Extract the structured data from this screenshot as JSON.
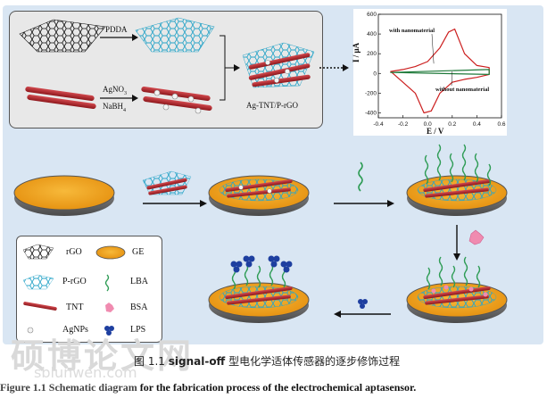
{
  "top_panel": {
    "pdda_label": "PDDA",
    "agno3_label": "AgNO",
    "agno3_sub": "3",
    "nabh4_label": "NaBH",
    "nabh4_sub": "4",
    "product_label": "Ag-TNT/P-rGO"
  },
  "cv_plot": {
    "ylabel": "I / μA",
    "xlabel": "E / V",
    "annot_with": "with nanomaterial",
    "annot_without": "without nanomaterial",
    "xticks": [
      "-0.4",
      "-0.2",
      "0.0",
      "0.2",
      "0.4",
      "0.6"
    ],
    "yticks": [
      "600",
      "400",
      "200",
      "0",
      "-200",
      "-400"
    ]
  },
  "chart_data": {
    "type": "line",
    "xlabel": "E / V",
    "ylabel": "I / μA",
    "xlim": [
      -0.4,
      0.6
    ],
    "ylim": [
      -450,
      600
    ],
    "series": [
      {
        "name": "with nanomaterial",
        "color": "#cc1f1f",
        "x": [
          -0.3,
          -0.2,
          -0.1,
          0.0,
          0.1,
          0.17,
          0.22,
          0.3,
          0.4,
          0.5,
          0.5,
          0.4,
          0.3,
          0.2,
          0.1,
          0.03,
          -0.03,
          -0.1,
          -0.2,
          -0.3
        ],
        "y": [
          20,
          40,
          70,
          120,
          260,
          420,
          450,
          200,
          80,
          60,
          -10,
          -40,
          -60,
          -90,
          -200,
          -380,
          -400,
          -200,
          -90,
          20
        ]
      },
      {
        "name": "without nanomaterial",
        "color": "#1f7a3a",
        "x": [
          -0.3,
          0.5,
          0.5,
          -0.3
        ],
        "y": [
          10,
          40,
          -10,
          10
        ]
      }
    ]
  },
  "legend": {
    "rgo": "rGO",
    "ge": "GE",
    "prgo": "P-rGO",
    "lba": "LBA",
    "tnt": "TNT",
    "bsa": "BSA",
    "agnps": "AgNPs",
    "lps": "LPS"
  },
  "caption": {
    "cn_prefix": "图 1.1",
    "cn_bold": "signal-off",
    "cn_rest": "型电化学适体传感器的逐步修饰过程",
    "en_prefix": "Figure 1.1 Schematic diagram",
    "en_rest": "for the fabrication process of the electrochemical aptasensor."
  },
  "watermark": {
    "text": "硕博论文网",
    "url": "sblunwen.com"
  },
  "colors": {
    "electrode_gold": "#f2a21c",
    "electrode_rim": "#707070",
    "panel_bg": "#e9e9e9",
    "panel_blue": "#dbe8f5",
    "tnt_red": "#b1242a",
    "prgo_cyan": "#2aa5c8",
    "lba_green": "#2e9c55",
    "lps_blue": "#1e3fa0",
    "bsa_pink": "#f08bb0"
  }
}
